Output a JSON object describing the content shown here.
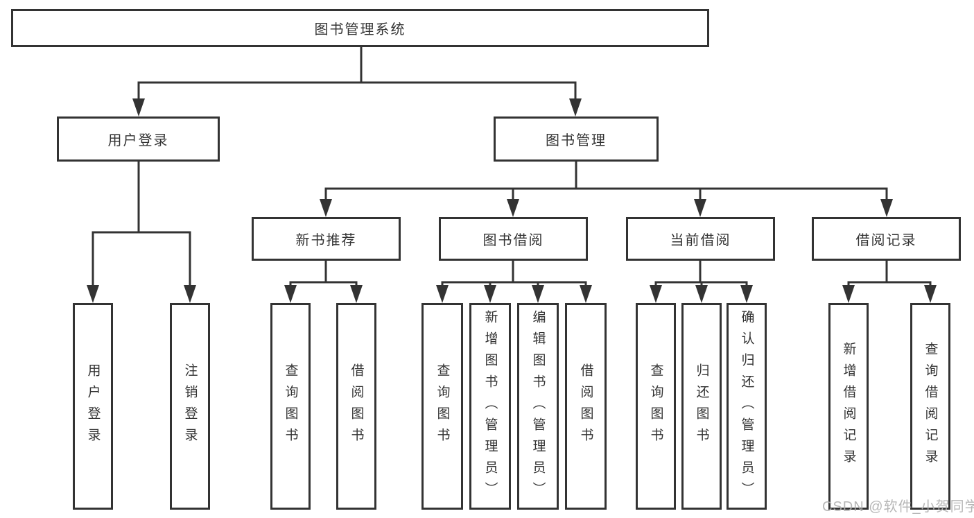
{
  "diagram": {
    "root": {
      "label": "图书管理系统"
    },
    "branches": [
      {
        "label": "用户登录",
        "children": [
          {
            "label": "用户登录"
          },
          {
            "label": "注销登录"
          }
        ]
      },
      {
        "label": "图书管理",
        "children": [
          {
            "label": "新书推荐",
            "children": [
              {
                "label": "查询图书"
              },
              {
                "label": "借阅图书"
              }
            ]
          },
          {
            "label": "图书借阅",
            "children": [
              {
                "label": "查询图书"
              },
              {
                "label": "新增图书（管理员）"
              },
              {
                "label": "编辑图书（管理员）"
              },
              {
                "label": "借阅图书"
              }
            ]
          },
          {
            "label": "当前借阅",
            "children": [
              {
                "label": "查询图书"
              },
              {
                "label": "归还图书"
              },
              {
                "label": "确认归还（管理员）"
              }
            ]
          },
          {
            "label": "借阅记录",
            "children": [
              {
                "label": "新增借阅记录"
              },
              {
                "label": "查询借阅记录"
              }
            ]
          }
        ]
      }
    ]
  },
  "watermark": {
    "text": "CSDN @软件_小贺同学"
  },
  "colors": {
    "line": "#333333",
    "box_border": "#333333",
    "box_background": "#ffffff",
    "text": "#333333",
    "watermark": "#b0b0b0",
    "background": "#ffffff"
  }
}
